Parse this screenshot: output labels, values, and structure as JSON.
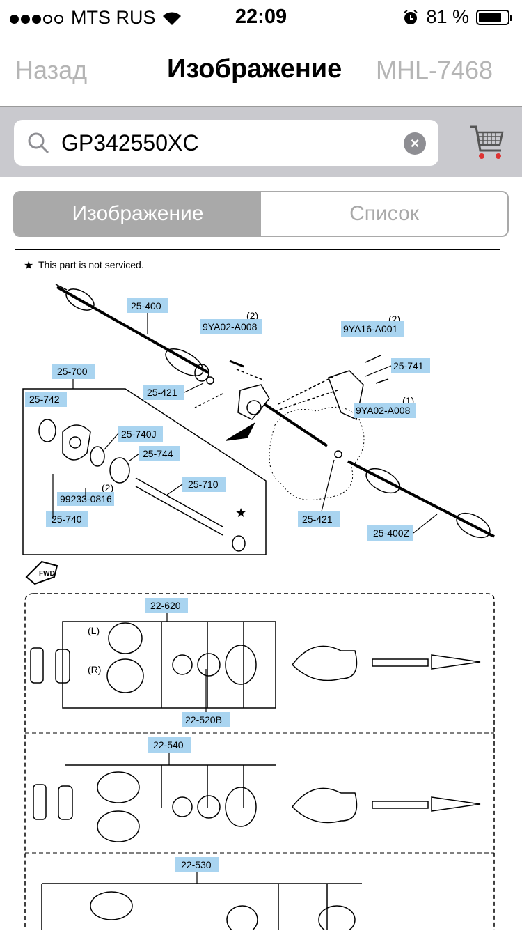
{
  "status": {
    "carrier": "MTS RUS",
    "time": "22:09",
    "battery": "81 %"
  },
  "nav": {
    "back": "Назад",
    "title": "Изображение",
    "code": "MHL-7468"
  },
  "search": {
    "value": "GP342550XC"
  },
  "segments": {
    "image": "Изображение",
    "list": "Список"
  },
  "diagram": {
    "note": "This part is not serviced.",
    "labels": {
      "l25400": "25-400",
      "l9ya02a": "9YA02-A008",
      "l9ya02a_q": "(2)",
      "l9ya16": "9YA16-A001",
      "l9ya16_q": "(2)",
      "l25741": "25-741",
      "l9ya02b": "9YA02-A008",
      "l9ya02b_q": "(1)",
      "l25700": "25-700",
      "l25742": "25-742",
      "l25421a": "25-421",
      "l25740j": "25-740J",
      "l25744": "25-744",
      "l99233": "99233-0816",
      "l99233_q": "(2)",
      "l25710": "25-710",
      "l25740": "25-740",
      "l25421b": "25-421",
      "l25400z": "25-400Z",
      "fwd": "FWD",
      "l22620": "22-620",
      "l22520b": "22-520B",
      "l22540": "22-540",
      "l22530": "22-530",
      "lL": "(L)",
      "lR": "(R)"
    }
  }
}
